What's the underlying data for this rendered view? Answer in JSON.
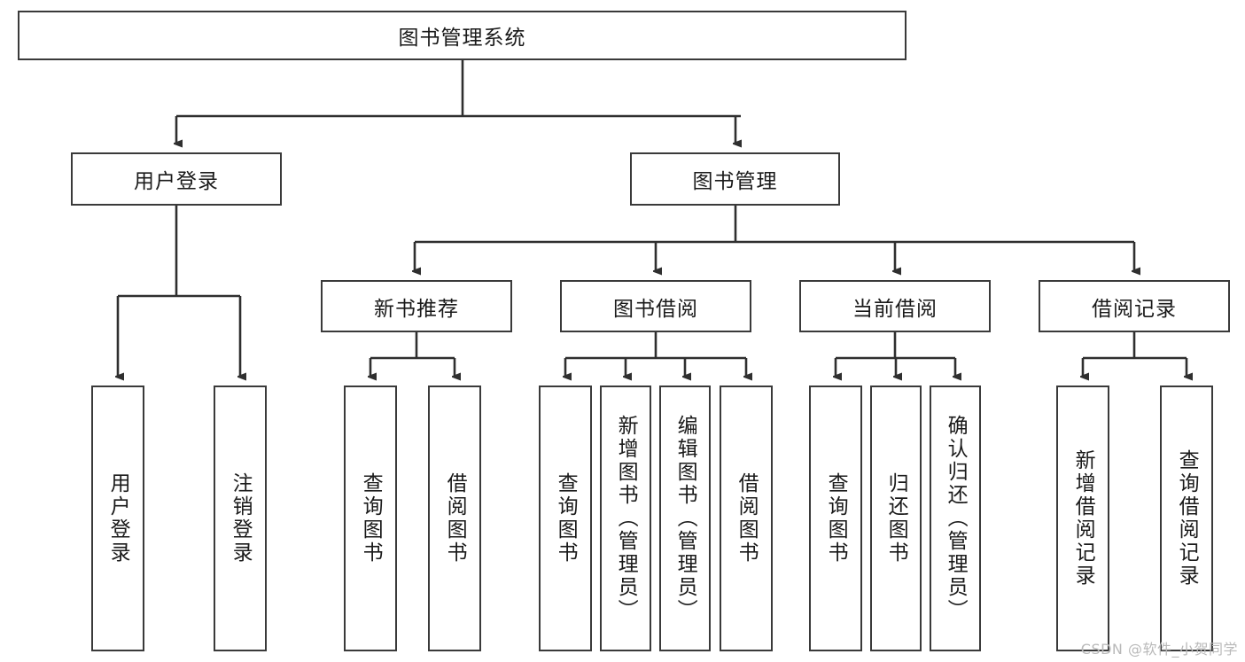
{
  "diagram": {
    "title": "图书管理系统",
    "watermark": "CSDN @软件_小贺同学",
    "type": "tree-hierarchy",
    "colors": {
      "box_border": "#3a3a3a",
      "box_fill": "#ffffff",
      "edge": "#2f2f2f",
      "text": "#1a1a1a",
      "watermark": "#b9b9b9"
    },
    "root": {
      "label": "图书管理系统"
    },
    "level1": [
      {
        "label": "用户登录"
      },
      {
        "label": "图书管理"
      }
    ],
    "level2": [
      {
        "label": "新书推荐"
      },
      {
        "label": "图书借阅"
      },
      {
        "label": "当前借阅"
      },
      {
        "label": "借阅记录"
      }
    ],
    "leaves": {
      "user_login": [
        {
          "label": "用户登录"
        },
        {
          "label": "注销登录"
        }
      ],
      "new_book_recommend": [
        {
          "label": "查询图书"
        },
        {
          "label": "借阅图书"
        }
      ],
      "book_borrow": [
        {
          "label": "查询图书"
        },
        {
          "label": "新增图书（管理员）"
        },
        {
          "label": "编辑图书（管理员）"
        },
        {
          "label": "借阅图书"
        }
      ],
      "current_borrow": [
        {
          "label": "查询图书"
        },
        {
          "label": "归还图书"
        },
        {
          "label": "确认归还（管理员）"
        }
      ],
      "borrow_record": [
        {
          "label": "新增借阅记录"
        },
        {
          "label": "查询借阅记录"
        }
      ]
    }
  }
}
